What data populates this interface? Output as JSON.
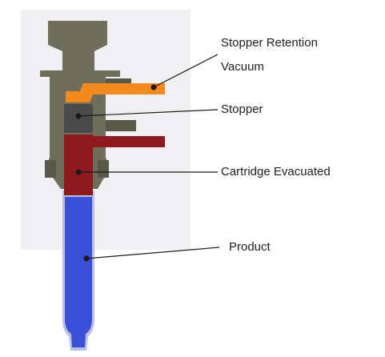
{
  "diagram": {
    "labels": {
      "stopper_retention_line1": "Stopper Retention",
      "stopper_retention_line2": "Vacuum",
      "stopper": "Stopper",
      "cartridge_evacuated": "Cartridge Evacuated",
      "product": "Product"
    },
    "colors": {
      "background_panel": "#f0f0f3",
      "housing": "#6e6e5a",
      "housing_dark": "#57574a",
      "vacuum_channel": "#f28a1e",
      "stopper": "#4a4a4a",
      "evacuated_chamber": "#8c1a1e",
      "product": "#3a4fd6",
      "cartridge_glass": "#b9bfe6",
      "leader_line": "#1a1a1a"
    }
  }
}
